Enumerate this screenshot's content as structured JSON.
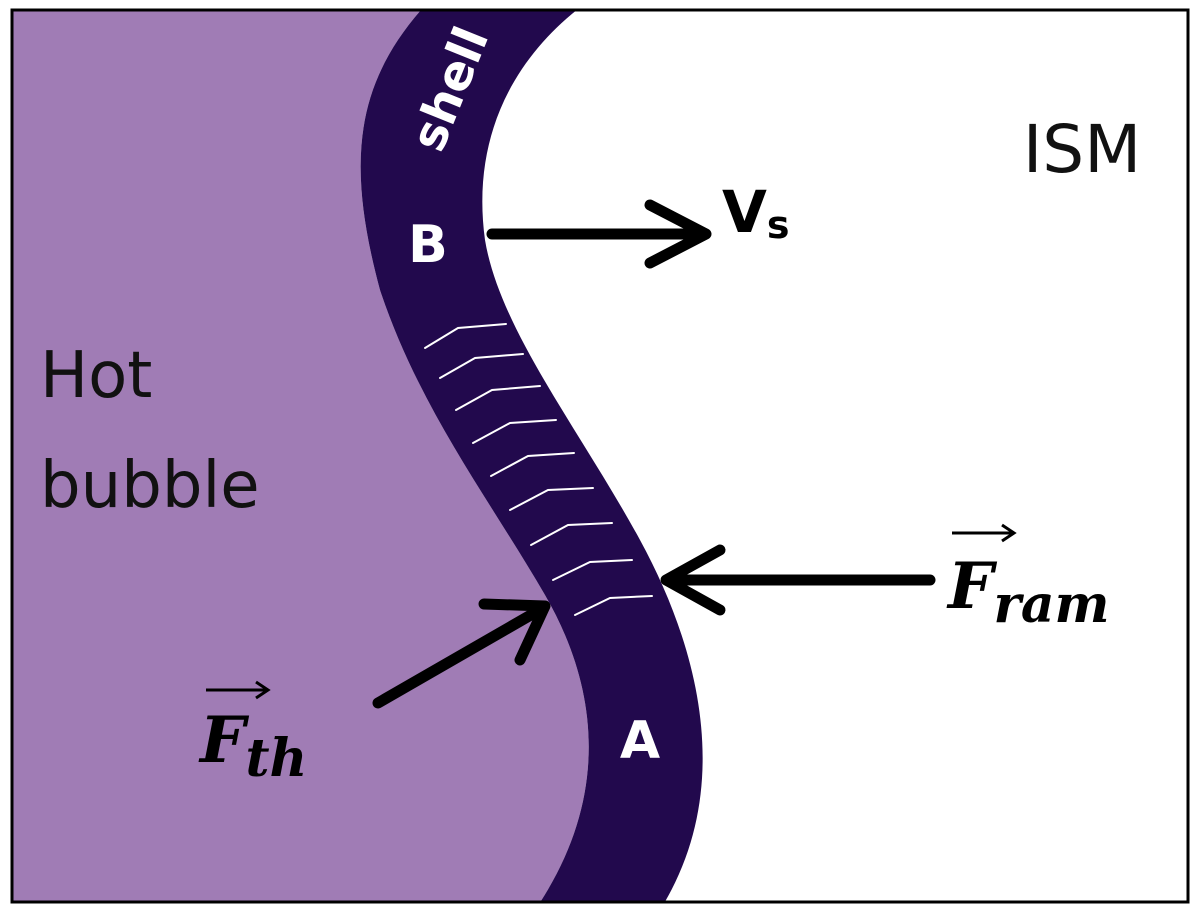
{
  "labels": {
    "ism": "ISM",
    "hot_bubble_line1": "Hot",
    "hot_bubble_line2": "bubble",
    "shell": "shell",
    "point_b": "B",
    "point_a": "A",
    "velocity_symbol": "V",
    "velocity_subscript": "s",
    "force_thermal_symbol": "F",
    "force_thermal_subscript": "th",
    "force_ram_symbol": "F",
    "force_ram_subscript": "ram"
  },
  "colors": {
    "hot_bubble": "#a07cb5",
    "shell": "#22094d",
    "ism": "#ffffff",
    "chevrons": "#ffffff",
    "arrows": "#000000",
    "frame": "#000000"
  }
}
